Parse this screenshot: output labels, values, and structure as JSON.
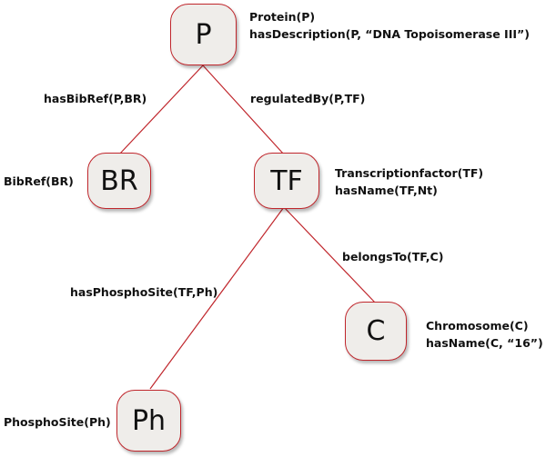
{
  "nodes": {
    "p": {
      "label": "P",
      "annotations": [
        "Protein(P)",
        "hasDescription(P, “DNA Topoisomerase III”)"
      ]
    },
    "br": {
      "label": "BR",
      "annotations": [
        "BibRef(BR)"
      ]
    },
    "tf": {
      "label": "TF",
      "annotations": [
        "Transcriptionfactor(TF)",
        "hasName(TF,Nt)"
      ]
    },
    "c": {
      "label": "C",
      "annotations": [
        "Chromosome(C)",
        "hasName(C, “16”)"
      ]
    },
    "ph": {
      "label": "Ph",
      "annotations": [
        "PhosphoSite(Ph)"
      ]
    }
  },
  "edges": {
    "p_br": {
      "label": "hasBibRef(P,BR)"
    },
    "p_tf": {
      "label": "regulatedBy(P,TF)"
    },
    "tf_ph": {
      "label": "hasPhosphoSite(TF,Ph)"
    },
    "tf_c": {
      "label": "belongsTo(TF,C)"
    }
  },
  "colors": {
    "edge": "#c0262c",
    "node_border": "#c0262c",
    "node_fill": "#efedea"
  }
}
